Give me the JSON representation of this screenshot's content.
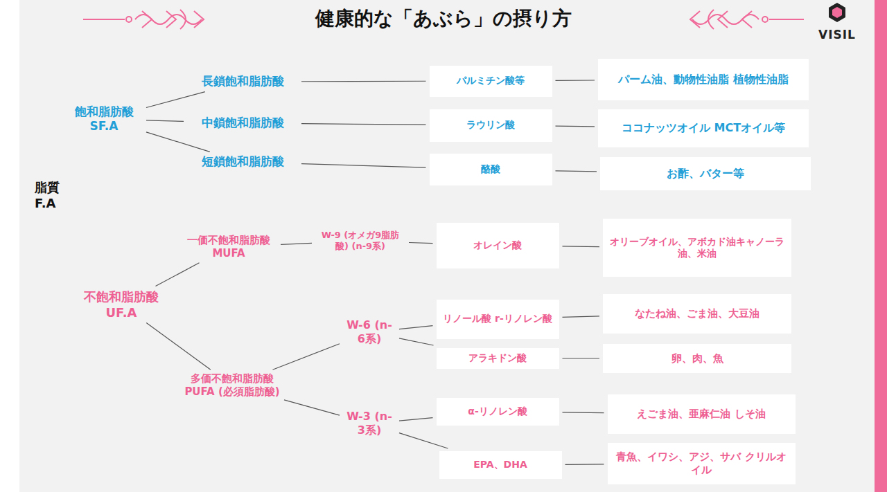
{
  "diagram": {
    "title": "健康的な「あぶら」の摂り方",
    "nodes": [
      {
        "text": [
          "脂質 F.A"
        ]
      },
      {
        "text": [
          "飽和脂肪酸 SF.A"
        ]
      },
      {
        "text": [
          "長鎖飽和脂肪酸"
        ]
      },
      {
        "text": [
          "パルミチン酸等"
        ]
      },
      {
        "text": [
          "パーム油、動物性油脂 植物性油脂"
        ]
      },
      {
        "text": [
          "中鎖飽和脂肪酸"
        ]
      },
      {
        "text": [
          "ラウリン酸"
        ]
      },
      {
        "text": [
          "ココナッツオイル MCTオイル等"
        ]
      },
      {
        "text": [
          "短鎖飽和脂肪酸"
        ]
      },
      {
        "text": [
          "酪酸"
        ]
      },
      {
        "text": [
          "お酢、バター等"
        ]
      },
      {
        "text": [
          "不飽和脂肪酸 UF.A"
        ]
      },
      {
        "text": [
          "一価不飽和脂肪酸 MUFA"
        ]
      },
      {
        "text": [
          "W-9 (オメガ9脂肪酸) (n-9系)"
        ]
      },
      {
        "text": [
          "オレイン酸"
        ]
      },
      {
        "text": [
          "オリーブオイル、アボカド油キャノーラ油、米油"
        ]
      },
      {
        "text": [
          "多価不飽和脂肪酸 PUFA (必須脂肪酸)"
        ]
      },
      {
        "text": [
          "W-6 (n-6系)"
        ]
      },
      {
        "text": [
          "リノール酸 r-リノレン酸"
        ]
      },
      {
        "text": [
          "なたね油、ごま油、大豆油"
        ]
      },
      {
        "text": [
          "アラキドン酸"
        ]
      },
      {
        "text": [
          "卵、肉、魚"
        ]
      },
      {
        "text": [
          "W-3 (n-3系)"
        ]
      },
      {
        "text": [
          "α-リノレン酸"
        ]
      },
      {
        "text": [
          "えごま油、亜麻仁油 しそ油"
        ]
      },
      {
        "text": [
          "EPA、DHA"
        ]
      },
      {
        "text": [
          "青魚、イワシ、アジ、サバ クリルオイル"
        ]
      }
    ],
    "edges": [
      {
        "from": 1,
        "to": 2,
        "arrow": "none"
      },
      {
        "from": 1,
        "to": 5,
        "arrow": "none"
      },
      {
        "from": 1,
        "to": 8,
        "arrow": "none"
      },
      {
        "from": 2,
        "to": 3,
        "arrow": "none"
      },
      {
        "from": 3,
        "to": 4,
        "arrow": "none"
      },
      {
        "from": 5,
        "to": 6,
        "arrow": "none"
      },
      {
        "from": 6,
        "to": 7,
        "arrow": "none"
      },
      {
        "from": 8,
        "to": 9,
        "arrow": "none"
      },
      {
        "from": 9,
        "to": 10,
        "arrow": "none"
      },
      {
        "from": 11,
        "to": 12,
        "arrow": "none"
      },
      {
        "from": 11,
        "to": 16,
        "arrow": "none"
      },
      {
        "from": 12,
        "to": 13,
        "arrow": "none"
      },
      {
        "from": 13,
        "to": 14,
        "arrow": "none"
      },
      {
        "from": 14,
        "to": 15,
        "arrow": "none"
      },
      {
        "from": 16,
        "to": 17,
        "arrow": "none"
      },
      {
        "from": 16,
        "to": 22,
        "arrow": "none"
      },
      {
        "from": 17,
        "to": 18,
        "arrow": "none"
      },
      {
        "from": 17,
        "to": 20,
        "arrow": "none"
      },
      {
        "from": 18,
        "to": 19,
        "arrow": "none"
      },
      {
        "from": 20,
        "to": 21,
        "arrow": "none"
      },
      {
        "from": 22,
        "to": 23,
        "arrow": "none"
      },
      {
        "from": 22,
        "to": 25,
        "arrow": "none"
      },
      {
        "from": 23,
        "to": 24,
        "arrow": "none"
      },
      {
        "from": 25,
        "to": 26,
        "arrow": "none"
      }
    ],
    "labels": [
      "VISIL"
    ]
  }
}
